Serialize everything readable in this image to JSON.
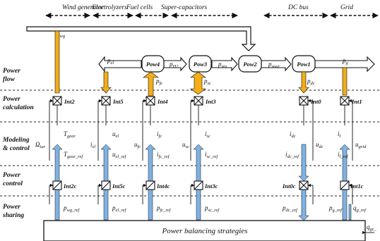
{
  "headers": {
    "wind": "Wind generator",
    "electrolyzers": "Electrolyzers",
    "fuel_cells": "Fuel cells",
    "supercaps": "Super-capacitors",
    "dc_bus": "DC bus",
    "grid": "Grid"
  },
  "rows": {
    "power_flow_1": "Power",
    "power_flow_2": "flow",
    "power_calc_1": "Power",
    "power_calc_2": "calculation",
    "modeling_1": "Modeling",
    "modeling_2": "& control",
    "power_control_1": "Power",
    "power_control_2": "control",
    "power_sharing_1": "Power",
    "power_sharing_2": "sharing"
  },
  "pow_blocks": {
    "pow4": "Pow4",
    "pow3": "Pow3",
    "pow2": "Pow2",
    "pow1": "Pow1"
  },
  "flow_labels": {
    "p_wg": "p",
    "p_wg_sub": "wg",
    "p_el": "p",
    "p_el_sub": "el",
    "p_h2": "p",
    "p_h2_sub": "H2",
    "p_sto": "p",
    "p_sto_sub": "sto",
    "p_sour": "p",
    "p_sour_sub": "sour",
    "p_g": "p",
    "p_g_sub": "g",
    "p_fc": "p",
    "p_fc_sub": "fc",
    "p_sc": "p",
    "p_sc_sub": "sc",
    "p_dc": "p",
    "p_dc_sub": "dc"
  },
  "int_blocks": {
    "int2": "Int2",
    "int5": "Int5",
    "int4": "Int4",
    "int3": "Int3",
    "int0": "Int0",
    "int1": "Int1",
    "int2c": "Int2c",
    "int5c": "Int5c",
    "int4c": "Int4c",
    "int3c": "Int3c",
    "int0c": "Int0c",
    "int1c": "Int1c"
  },
  "signals": {
    "t_gear": "T",
    "t_gear_sub": "gear",
    "u_el": "u",
    "u_el_sub": "el",
    "i_fc": "i",
    "i_fc_sub": "fc",
    "i_sc": "i",
    "i_sc_sub": "sc",
    "i_dc": "i",
    "i_dc_sub": "dc",
    "i_l": "i",
    "i_l_sub": "l",
    "omega": "Ω",
    "omega_sub": "tur",
    "i_el": "i",
    "i_el_sub": "el",
    "u_fc": "u",
    "u_fc_sub": "fc",
    "u_sc": "u",
    "u_sc_sub": "sc",
    "u_dc": "u",
    "u_dc_sub": "dc",
    "u_grid": "u",
    "u_grid_sub": "grid",
    "t_gear_ref": "T",
    "t_gear_ref_sub": "gear_ref",
    "u_el_ref": "u",
    "u_el_ref_sub": "el_ref",
    "i_fc_ref": "i",
    "i_fc_ref_sub": "fc_ref",
    "i_sc_ref": "i",
    "i_sc_ref_sub": "sc_ref",
    "i_dc_ref": "i",
    "i_dc_ref_sub": "dc_ref",
    "i_l_ref": "i",
    "i_l_ref_sub": "l_ref",
    "p_wg_ref": "p",
    "p_wg_ref_sub": "wg_ref",
    "p_el_ref": "p",
    "p_el_ref_sub": "el_ref",
    "p_fc_ref": "p",
    "p_fc_ref_sub": "fc_ref",
    "p_sc_ref": "p",
    "p_sc_ref_sub": "sc_ref",
    "p_dc_ref": "p",
    "p_dc_ref_sub": "dc_ref",
    "p_g_ref": "p",
    "p_g_ref_sub": "g_ref",
    "q_g_ref": "q",
    "q_g_ref_sub": "g_ref",
    "q_gc": "q",
    "q_gc_sub": "gc_"
  },
  "bottom": {
    "title": "Power balancing strategies"
  }
}
